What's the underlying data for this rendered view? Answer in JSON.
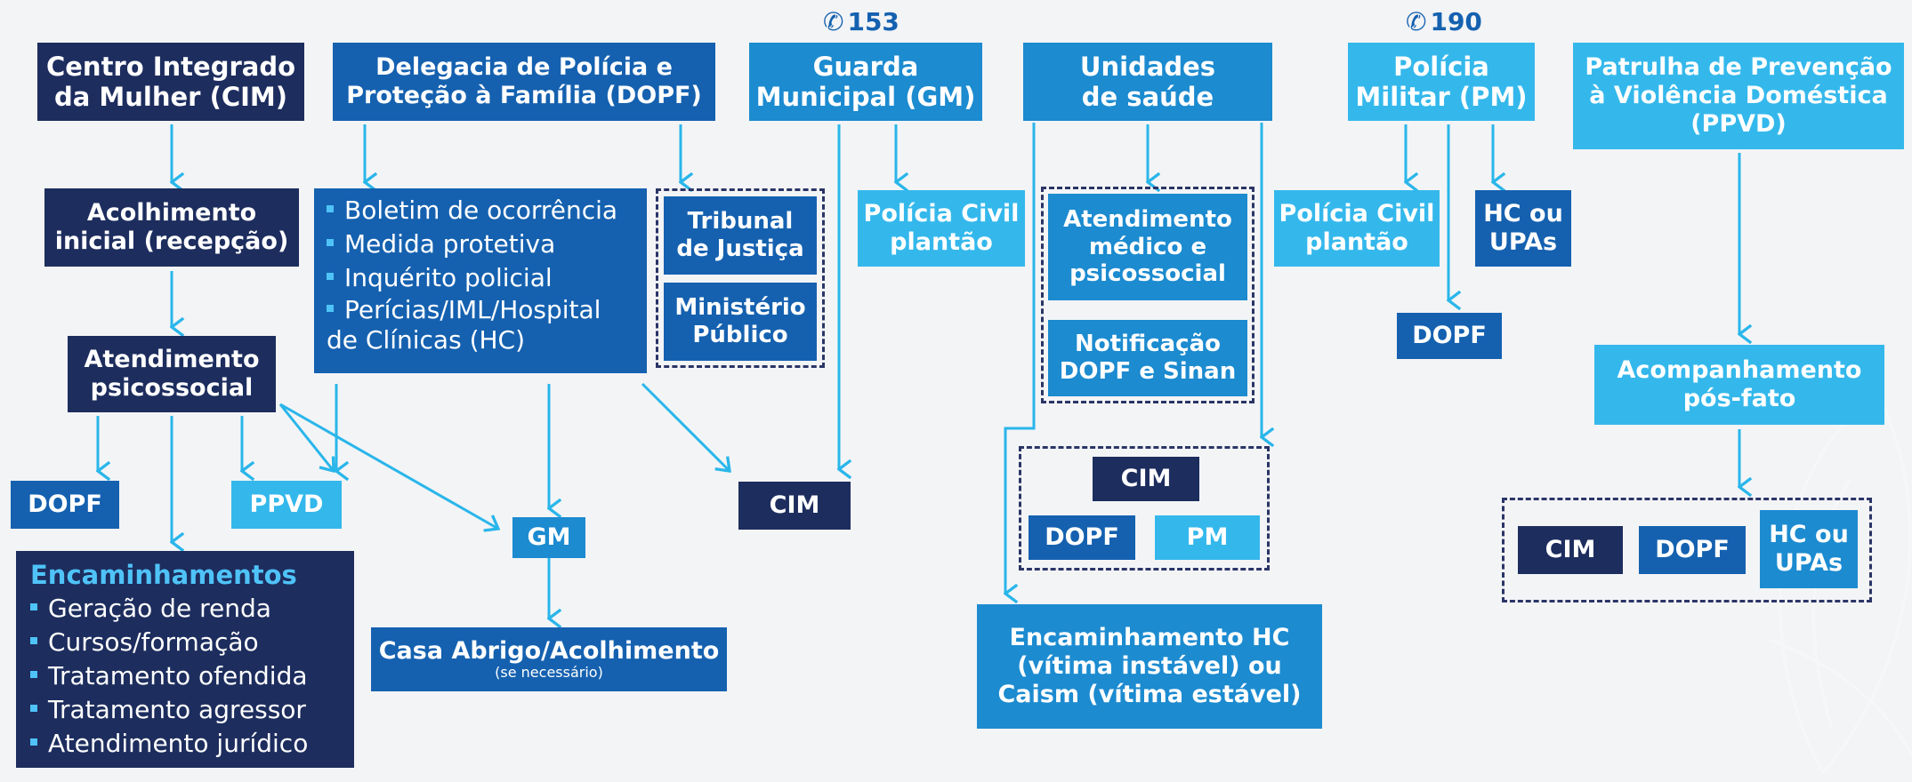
{
  "phones": {
    "gm": "153",
    "pm": "190"
  },
  "top": {
    "cim": "Centro Integrado\nda Mulher (CIM)",
    "dopf": "Delegacia de Polícia e\nProteção à Família (DOPF)",
    "gm": "Guarda\nMunicipal (GM)",
    "saude": "Unidades\nde saúde",
    "pm": "Polícia\nMilitar (PM)",
    "ppvd": "Patrulha de Prevenção\nà Violência Doméstica\n(PPVD)"
  },
  "cim_flow": {
    "acolhimento": "Acolhimento\ninicial (recepção)",
    "atendimento": "Atendimento\npsicossocial",
    "dopf": "DOPF",
    "ppvd": "PPVD",
    "encaminhamentos_title": "Encaminhamentos",
    "encaminhamentos": [
      "Geração de renda",
      "Cursos/formação",
      "Tratamento ofendida",
      "Tratamento agressor",
      "Atendimento jurídico"
    ]
  },
  "dopf_flow": {
    "items": [
      "Boletim de ocorrência",
      "Medida protetiva",
      "Inquérito policial",
      "Perícias/IML/Hospital\nde Clínicas (HC)"
    ],
    "tribunal": "Tribunal\nde Justiça",
    "ministerio": "Ministério\nPúblico",
    "gm": "GM",
    "casa_abrigo": "Casa Abrigo/Acolhimento",
    "casa_abrigo_note": "(se necessário)",
    "cim": "CIM"
  },
  "gm_flow": {
    "policia_civil": "Polícia Civil\nplantão"
  },
  "saude_flow": {
    "atendimento": "Atendimento\nmédico e\npsicossocial",
    "notificacao": "Notificação\nDOPF e Sinan",
    "cim": "CIM",
    "dopf": "DOPF",
    "pm": "PM",
    "encaminhamento": "Encaminhamento HC\n(vítima instável) ou\nCaism (vítima estável)"
  },
  "pm_flow": {
    "policia_civil": "Polícia Civil\nplantão",
    "hc_upas": "HC ou\nUPAs",
    "dopf": "DOPF"
  },
  "ppvd_flow": {
    "acompanhamento": "Acompanhamento\npós-fato",
    "cim": "CIM",
    "dopf": "DOPF",
    "hc_upas": "HC ou\nUPAs"
  },
  "colors": {
    "navy": "#1d2d5e",
    "royal": "#1561b0",
    "mid": "#1c8bd0",
    "cyan": "#34b8ec",
    "arrow": "#29b6ea",
    "background": "#f3f4f6"
  }
}
